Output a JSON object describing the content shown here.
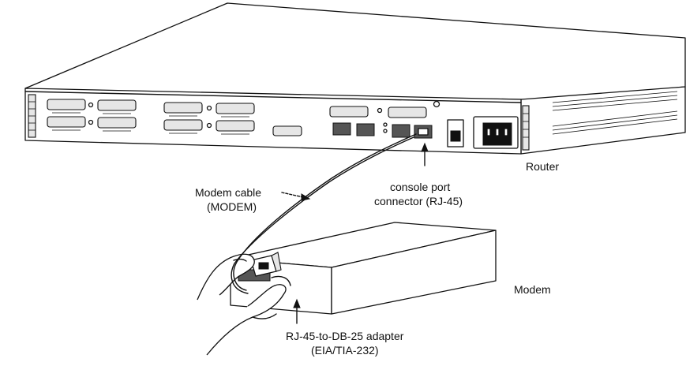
{
  "diagram": {
    "labels": {
      "router": "Router",
      "modem_cable_line1": "Modem cable",
      "modem_cable_line2": "(MODEM)",
      "console_port_line1": "console  port",
      "console_port_line2": "connector (RJ-45)",
      "modem": "Modem",
      "adapter_line1": "RJ-45-to-DB-25 adapter",
      "adapter_line2": "(EIA/TIA-232)"
    }
  }
}
